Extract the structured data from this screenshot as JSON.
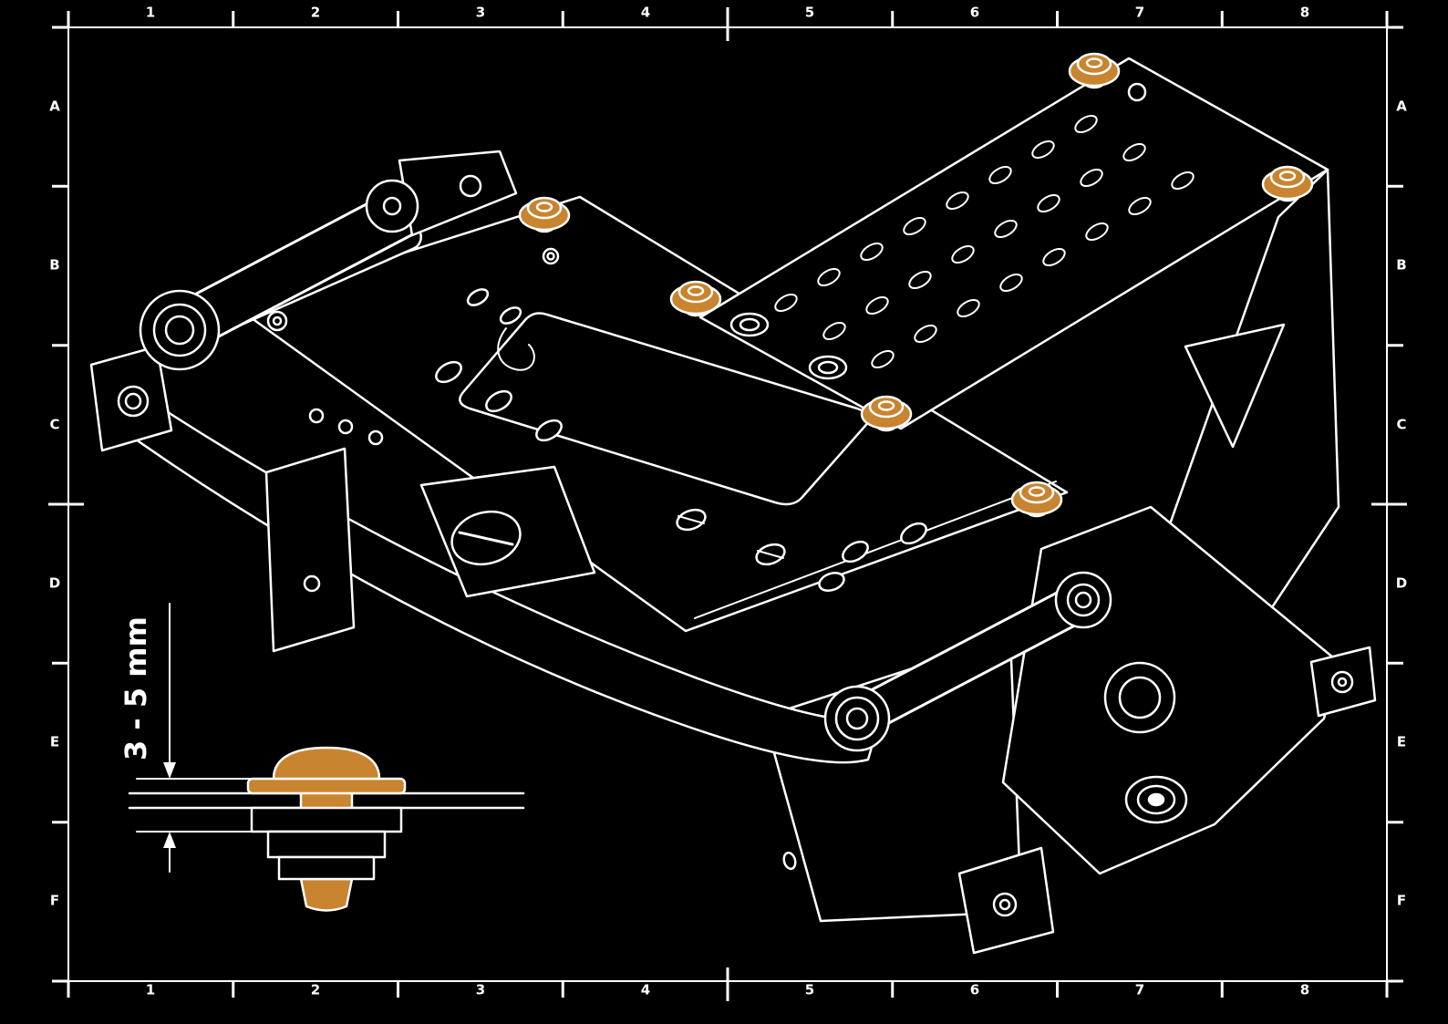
{
  "colors": {
    "background": "#000000",
    "line": "#ffffff",
    "accent": "#c8842f"
  },
  "frame": {
    "columns": [
      "1",
      "2",
      "3",
      "4",
      "5",
      "6",
      "7",
      "8"
    ],
    "rows": [
      "A",
      "B",
      "C",
      "D",
      "E",
      "F"
    ]
  },
  "detail": {
    "dimension_label": "3 - 5 mm"
  }
}
